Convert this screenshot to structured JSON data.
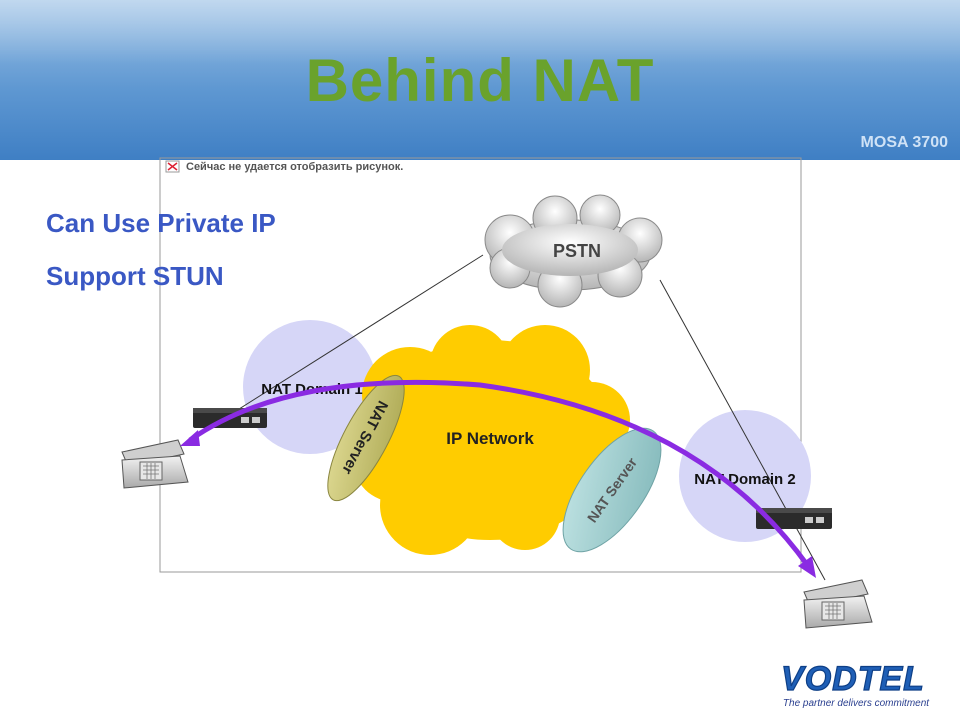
{
  "title": "Behind NAT",
  "product": "MOSA 3700",
  "bullets": [
    "Can Use Private IP",
    "Support STUN"
  ],
  "diagram": {
    "pstn_label": "PSTN",
    "ip_network_label": "IP Network",
    "nat_domain_1_label": "NAT Domain 1",
    "nat_domain_2_label": "NAT Domain 2",
    "nat_server_1_label": "NAT Server",
    "nat_server_2_label": "NAT Server",
    "broken_image_text": "Сейчас не удается отобразить рисунок."
  },
  "logo": {
    "name": "VODTEL",
    "tagline": "The partner delivers commitment"
  },
  "colors": {
    "title": "#6aa22c",
    "bullets": "#3a58c4",
    "arc": "#8a2be2",
    "ip_cloud": "#ffcc00",
    "nat_domain": "#d6d6f7",
    "nat_server_1": "#c8c46a",
    "nat_server_2": "#9ccfcf"
  }
}
